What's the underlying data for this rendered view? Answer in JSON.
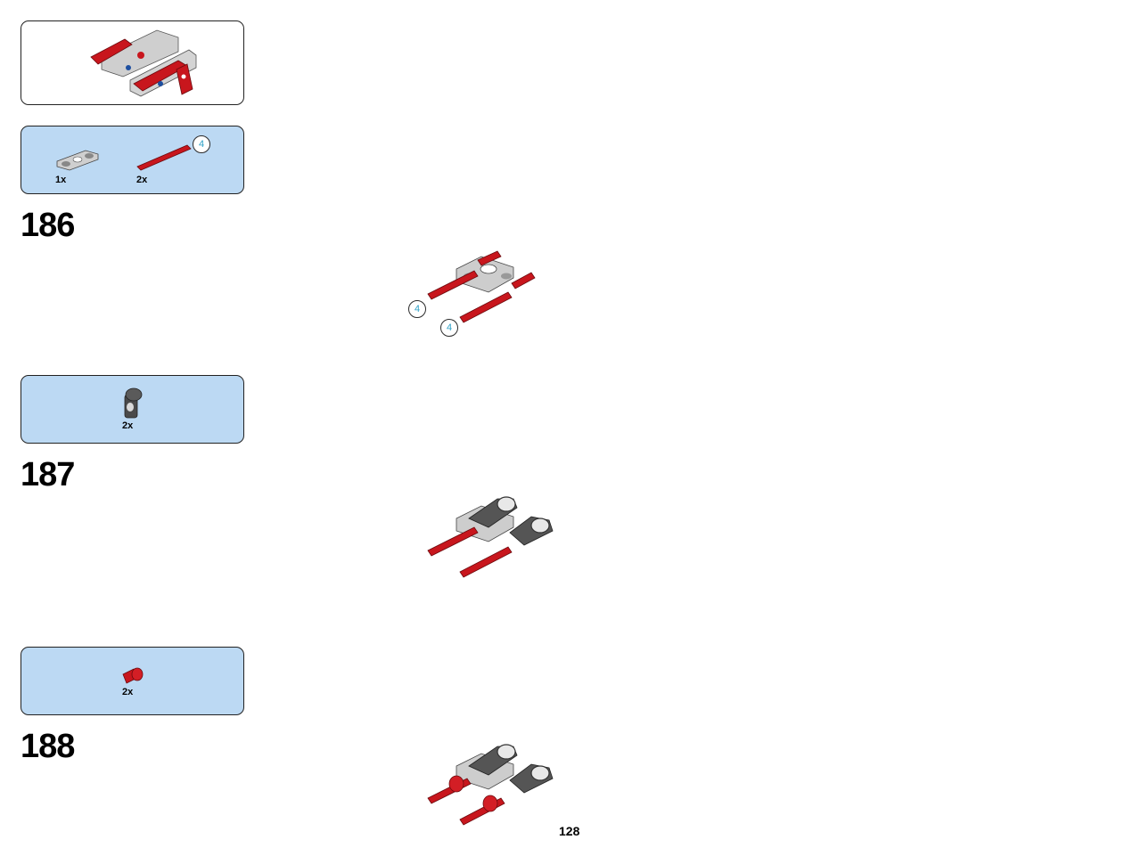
{
  "submodel_preview": {
    "icon": "submodel-assembly-icon"
  },
  "steps": [
    {
      "number": "186",
      "parts": [
        {
          "icon": "gray-beam-connector-icon",
          "qty": "1x"
        },
        {
          "icon": "red-axle-icon",
          "qty": "2x",
          "length_callout": "4"
        }
      ],
      "callouts": [
        "4",
        "4"
      ]
    },
    {
      "number": "187",
      "parts": [
        {
          "icon": "dark-gray-pin-connector-icon",
          "qty": "2x"
        }
      ]
    },
    {
      "number": "188",
      "parts": [
        {
          "icon": "red-bush-icon",
          "qty": "2x"
        }
      ]
    }
  ],
  "page_number": "128",
  "colors": {
    "parts_panel": "#bcd9f3",
    "lego_red": "#c8161d",
    "light_gray": "#c9c9c9",
    "dark_gray": "#4a4a4a",
    "callout_text": "#2ea0c6"
  }
}
